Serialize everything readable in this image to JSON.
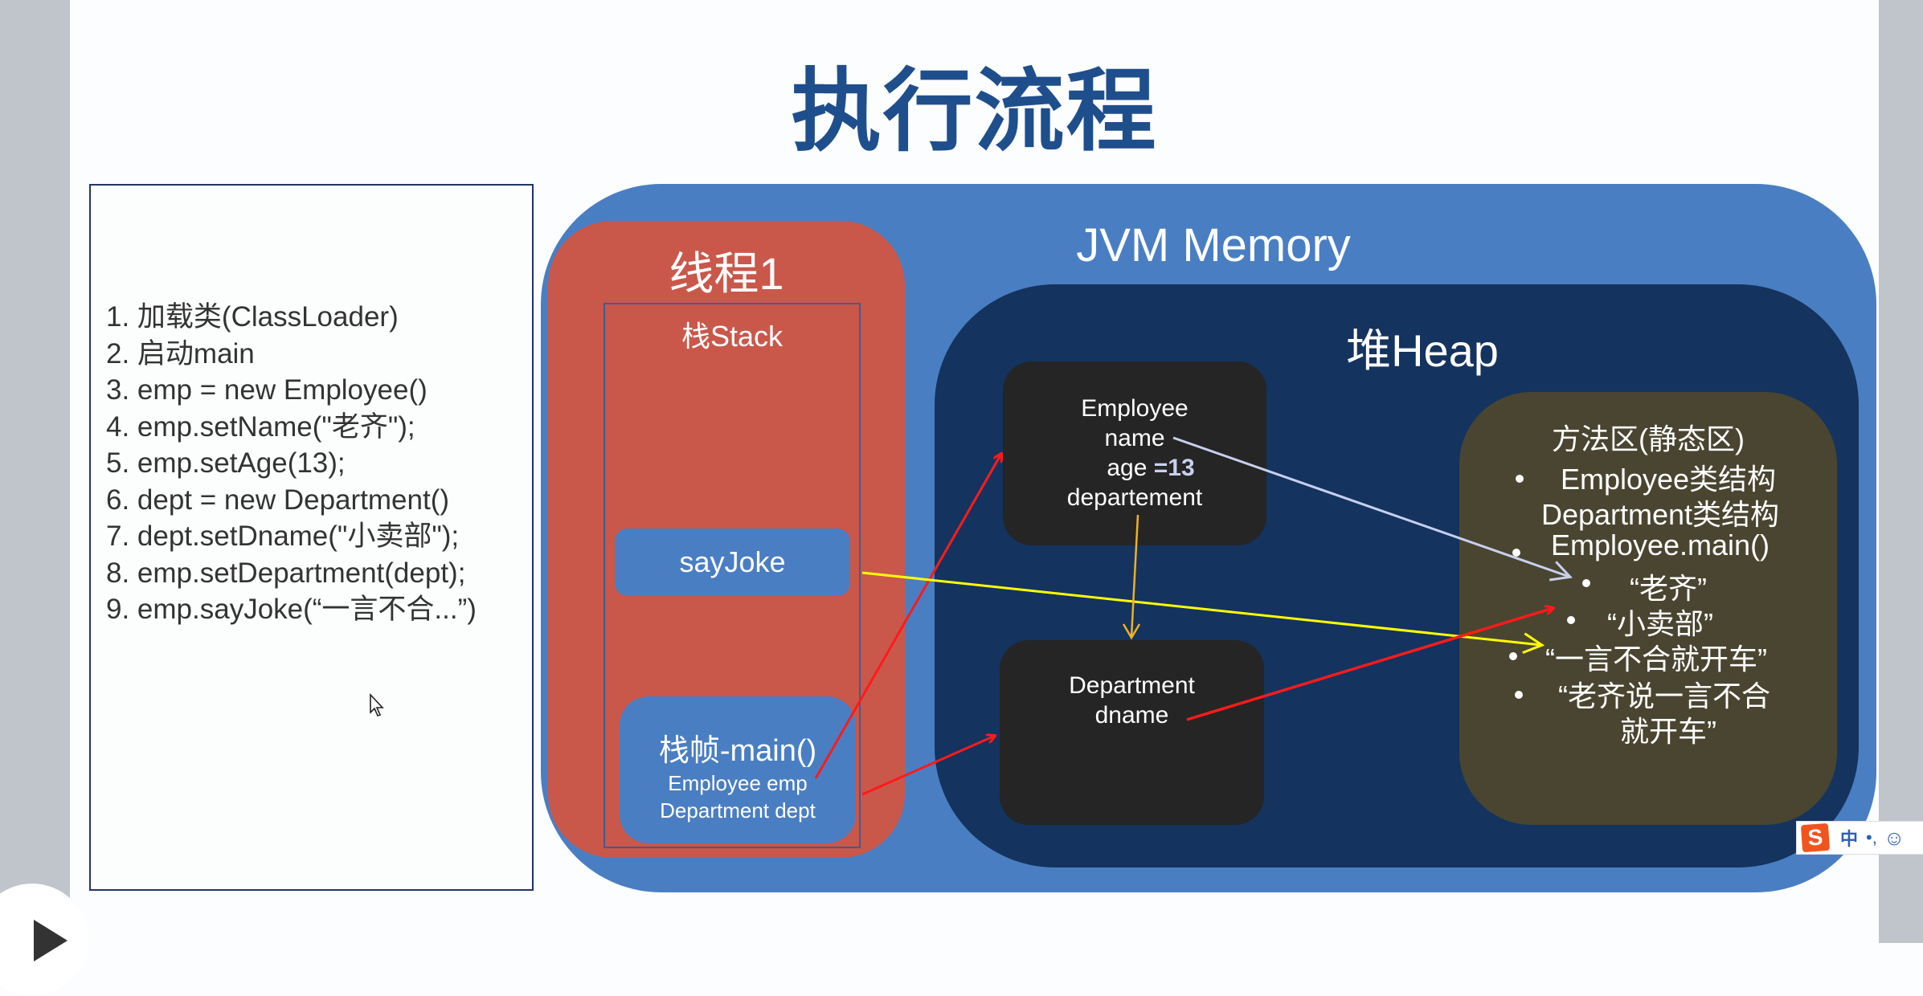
{
  "slide": {
    "title": "执行流程",
    "steps": [
      "1. 加载类(ClassLoader)",
      "2. 启动main",
      "3. emp = new Employee()",
      "4. emp.setName(\"老齐\");",
      "5. emp.setAge(13);",
      "6. dept = new Department()",
      "7. dept.setDname(\"小卖部\");",
      "8. emp.setDepartment(dept);",
      "9.  emp.sayJoke(“一言不合...”)"
    ],
    "jvm": {
      "title": "JVM Memory",
      "thread": {
        "title": "线程1",
        "stack_title": "栈Stack",
        "frames": {
          "sayjoke": "sayJoke",
          "main_title": "栈帧-main()",
          "main_var1": "Employee emp",
          "main_var2": "Department dept"
        }
      },
      "heap": {
        "title": "堆Heap",
        "employee": {
          "class": "Employee",
          "field1": "name",
          "field2": "age",
          "field2_value": "=13",
          "field3": "departement"
        },
        "department": {
          "class": "Department",
          "field1": "dname"
        },
        "method_area": {
          "title": "方法区(静态区)",
          "items": [
            "Employee类结构",
            "Department类结构",
            "Employee.main()",
            "“老齐”",
            "“小卖部”",
            "“一言不合就开车”",
            "“老齐说一言不合",
            "就开车”"
          ]
        }
      }
    },
    "arrow_colors": {
      "reference": "#ff1a1a",
      "string": "#ffff00",
      "name": "#c8d0ee",
      "field": "#f0b020"
    }
  },
  "ime": {
    "logo": "S",
    "lang": "中",
    "punct": "•,",
    "emoji": "☺"
  },
  "player": {
    "play_icon": "play-icon"
  }
}
